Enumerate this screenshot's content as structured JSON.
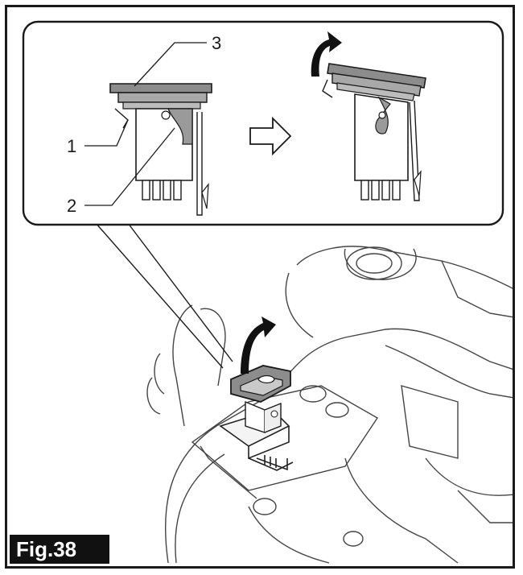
{
  "figure": {
    "label": "Fig.38",
    "callouts": [
      "1",
      "2",
      "3"
    ]
  },
  "colors": {
    "line": "#1a1a1a",
    "part_gray": "#8c8c8c",
    "label_bg": "#111111"
  }
}
